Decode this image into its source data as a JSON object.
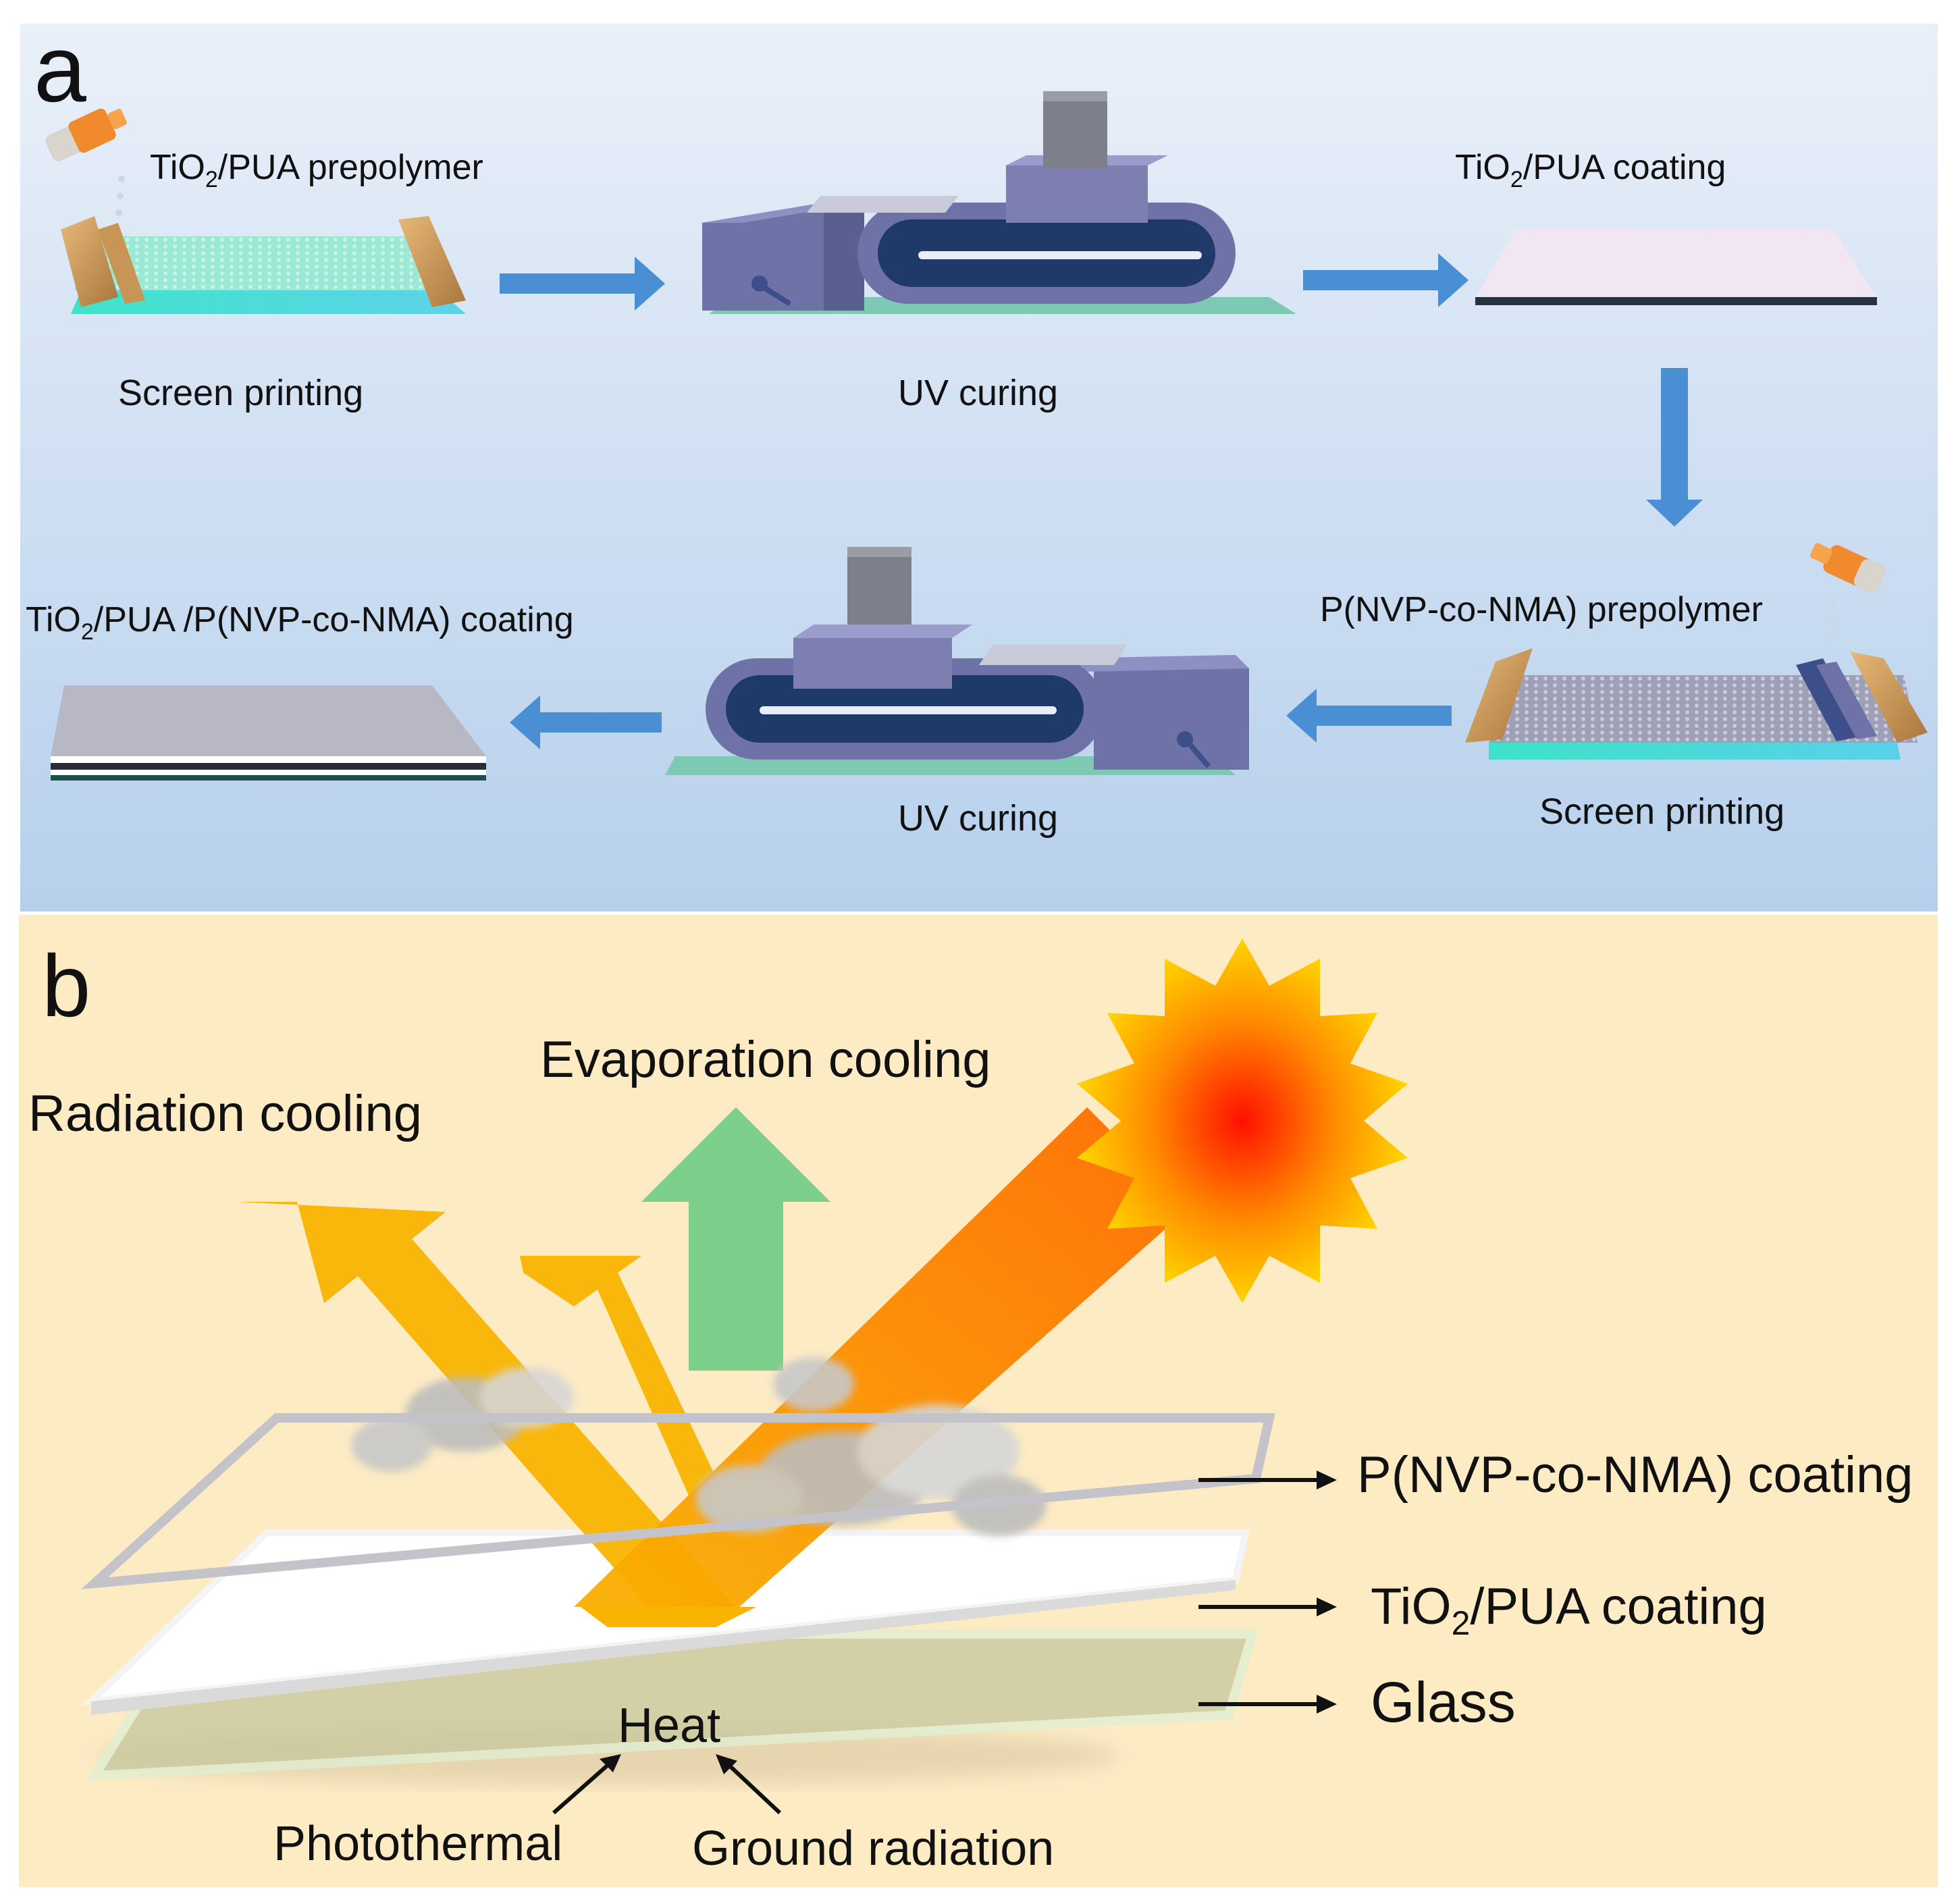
{
  "panel_a": {
    "letter": "a",
    "steps": [
      {
        "label": "Screen printing"
      },
      {
        "label": "UV curing"
      },
      {
        "label": "TiO2/PUA coating"
      },
      {
        "label": "Screen printing"
      },
      {
        "label": "UV curing"
      },
      {
        "label": "TiO2/PUA /P(NVP-co-NMA) coating"
      }
    ],
    "top_labels": {
      "prepolymer_1": {
        "pre": "TiO",
        "sub": "2",
        "post": "/PUA prepolymer"
      },
      "coating_1": {
        "pre": "TiO",
        "sub": "2",
        "post": "/PUA  coating"
      },
      "prepolymer_2": "P(NVP-co-NMA) prepolymer",
      "coating_2": {
        "pre": "TiO",
        "sub": "2",
        "post": "/PUA /P(NVP-co-NMA) coating"
      }
    },
    "labels": {
      "screen_printing_1": "Screen printing",
      "uv_curing_1": "UV curing",
      "uv_curing_2": "UV curing",
      "screen_printing_2": "Screen printing"
    },
    "colors": {
      "background_top": "#e8eef8",
      "background_bottom": "#b9d2ec",
      "arrow": "#4a8fd4",
      "device": "#6f72a6"
    }
  },
  "panel_b": {
    "letter": "b",
    "labels": {
      "radiation": "Radiation cooling",
      "evaporation": "Evaporation cooling",
      "layer_top": "P(NVP-co-NMA) coating",
      "layer_mid": {
        "pre": "TiO",
        "sub": "2",
        "post": "/PUA coating"
      },
      "layer_bottom": "Glass",
      "heat": "Heat",
      "photothermal": "Photothermal",
      "ground": "Ground radiation"
    },
    "colors": {
      "background": "#fdebc4",
      "radiation_arrow": "#f8b400",
      "evaporation_arrow": "#7ccf8a",
      "sun_core": "#ff1a00",
      "sun_outer": "#ffd000"
    }
  }
}
